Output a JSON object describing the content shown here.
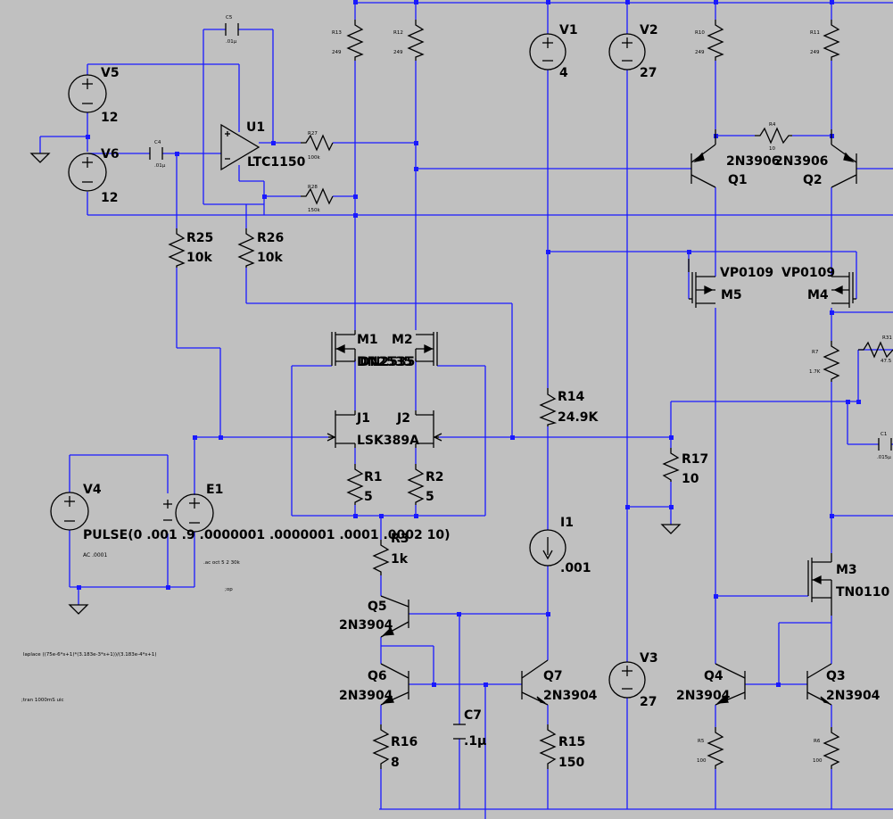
{
  "colors": {
    "background": "#c0c0c0",
    "wire": "#1a1aff",
    "component": "#000000"
  },
  "sources": {
    "V1": {
      "name": "V1",
      "value": "4"
    },
    "V2": {
      "name": "V2",
      "value": "27"
    },
    "V3": {
      "name": "V3",
      "value": "27"
    },
    "V4": {
      "name": "V4",
      "value": "PULSE(0 .001 .9 .0000001 .0000001 .0001 .0002 10)",
      "ac": "AC .0001"
    },
    "V5": {
      "name": "V5",
      "value": "12"
    },
    "V6": {
      "name": "V6",
      "value": "12"
    },
    "E1": {
      "name": "E1"
    },
    "I1": {
      "name": "I1",
      "value": ".001"
    }
  },
  "opamp": {
    "name": "U1",
    "model": "LTC1150"
  },
  "capacitors": {
    "C5": {
      "name": "C5",
      "value": ".01µ"
    },
    "C4": {
      "name": "C4",
      "value": ".01µ"
    },
    "C7": {
      "name": "C7",
      "value": ".1µ"
    },
    "C1": {
      "name": "C1",
      "value": ".015µ"
    }
  },
  "resistors": {
    "R13": {
      "name": "R13",
      "value": "249"
    },
    "R12": {
      "name": "R12",
      "value": "249"
    },
    "R10": {
      "name": "R10",
      "value": "249"
    },
    "R11": {
      "name": "R11",
      "value": "249"
    },
    "R27": {
      "name": "R27",
      "value": "100k"
    },
    "R28": {
      "name": "R28",
      "value": "150k"
    },
    "R4": {
      "name": "R4",
      "value": "10"
    },
    "R25": {
      "name": "R25",
      "value": "10k"
    },
    "R26": {
      "name": "R26",
      "value": "10k"
    },
    "R14": {
      "name": "R14",
      "value": "24.9K"
    },
    "R17": {
      "name": "R17",
      "value": "10"
    },
    "R1": {
      "name": "R1",
      "value": "5"
    },
    "R2": {
      "name": "R2",
      "value": "5"
    },
    "R3": {
      "name": "R3",
      "value": "1k"
    },
    "R16": {
      "name": "R16",
      "value": "8"
    },
    "R15": {
      "name": "R15",
      "value": "150"
    },
    "R7": {
      "name": "R7",
      "value": "1.7K"
    },
    "R31": {
      "name": "R31",
      "value": "47.5"
    },
    "R5": {
      "name": "R5",
      "value": "100"
    },
    "R6": {
      "name": "R6",
      "value": "100"
    }
  },
  "transistors": {
    "Q1": {
      "name": "Q1",
      "model": "2N3906"
    },
    "Q2": {
      "name": "Q2",
      "model": "2N3906"
    },
    "Q3": {
      "name": "Q3",
      "model": "2N3904"
    },
    "Q4": {
      "name": "Q4",
      "model": "2N3904"
    },
    "Q5": {
      "name": "Q5",
      "model": "2N3904"
    },
    "Q6": {
      "name": "Q6",
      "model": "2N3904"
    },
    "Q7": {
      "name": "Q7",
      "model": "2N3904"
    },
    "M1": {
      "name": "M1",
      "model": "DN2535"
    },
    "M2": {
      "name": "M2",
      "model": "DN2535"
    },
    "M3": {
      "name": "M3",
      "model": "TN0110"
    },
    "M4": {
      "name": "M4",
      "model": "VP0109"
    },
    "M5": {
      "name": "M5",
      "model": "VP0109"
    },
    "J1": {
      "name": "J1"
    },
    "J2": {
      "name": "J2"
    },
    "jfet_model": "LSK389A"
  },
  "directives": {
    "ac": ".ac oct 5 2 30k",
    "op": ";op",
    "laplace": "laplace ((75e-6*s+1)*(3.183e-3*s+1))/(3.183e-4*s+1)",
    "tran": ";tran 1000mS uic"
  }
}
